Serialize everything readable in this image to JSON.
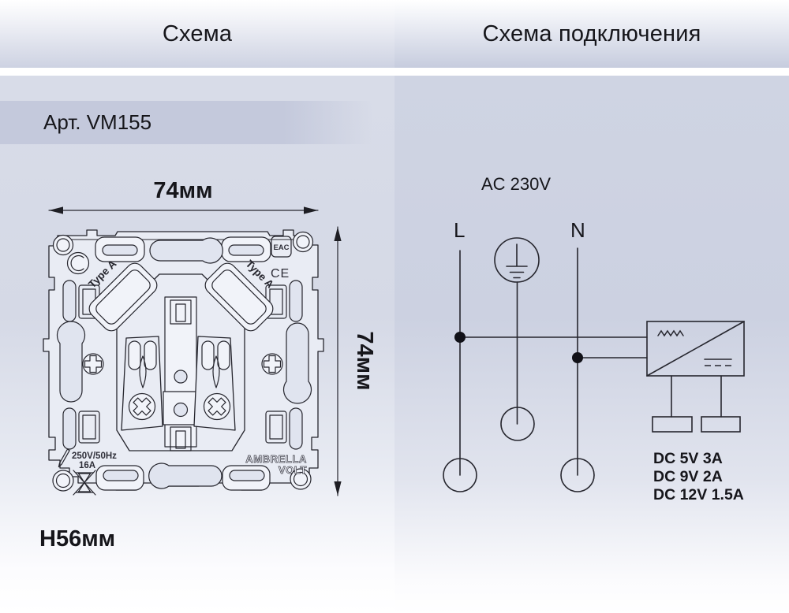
{
  "page": {
    "title_left": "Схема",
    "title_right": "Схема подключения"
  },
  "left_panel": {
    "article": "Арт. VM155",
    "dim_width": "74мм",
    "dim_height": "74мм",
    "dim_depth": "H56мм",
    "mechanism": {
      "port_label_left": "Type A",
      "port_label_right": "Type A",
      "cert_eac": "EAC",
      "cert_ce": "CE",
      "brand_line1": "AMBRELLA",
      "brand_line2": "VOLT",
      "rating_line1": "250V/50Hz",
      "rating_line2": "16A"
    }
  },
  "right_panel": {
    "supply_label": "AC 230V",
    "line_label": "L",
    "neutral_label": "N",
    "outputs": [
      "DC 5V 3A",
      "DC 9V 2A",
      "DC 12V 1.5A"
    ]
  },
  "colors": {
    "background_left": "#d6dae6",
    "background_right": "#cdd2e1",
    "header_top": "#ffffff",
    "header_bottom": "#c7ccdf",
    "article_band": "#c4c9dc",
    "line_color": "#26262e",
    "text_color": "#16161b"
  }
}
